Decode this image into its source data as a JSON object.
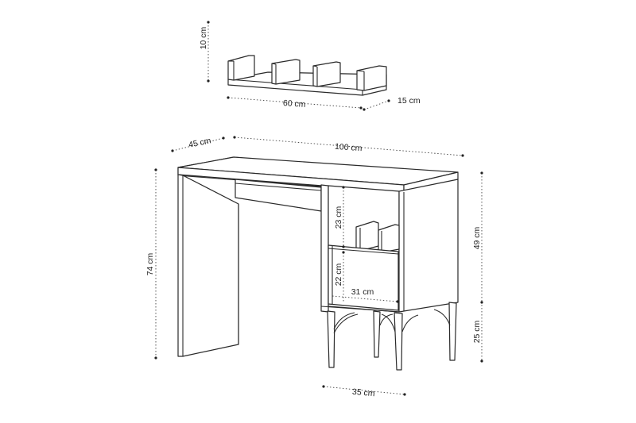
{
  "shelf": {
    "height_label": "10 cm",
    "width_label": "60 cm",
    "depth_label": "15 cm"
  },
  "desk": {
    "depth_label": "45 cm",
    "width_label": "100 cm",
    "height_label": "74 cm",
    "open_shelf_label": "23 cm",
    "drawer_height_label": "22 cm",
    "drawer_width_label": "31 cm",
    "cabinet_height_label": "49 cm",
    "leg_height_label": "25 cm",
    "leg_span_label": "35 cm"
  }
}
